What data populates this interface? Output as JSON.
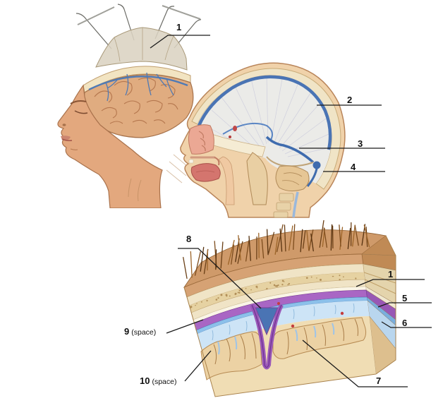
{
  "page": {
    "background": "#ffffff"
  },
  "palette": {
    "skin": "#e3a87e",
    "scalp": "#d6a274",
    "bone": "#f0e4c6",
    "brain": "#e0ac80",
    "brain_cortex": "#ecd2a4",
    "dura": "#a966c4",
    "arachnoid": "#8cc0ea",
    "subarachnoid_space": "#cde4f6",
    "sinus_blue": "#4a74b4",
    "vein_blue": "#4f7ab5",
    "label_line": "#1a1a1a"
  },
  "labels": {
    "fig1": {
      "l1": "1"
    },
    "fig2": {
      "l2": "2",
      "l3": "3",
      "l4": "4"
    },
    "fig3": {
      "l8": "8",
      "l1": "1",
      "l5": "5",
      "l6": "6",
      "l7": "7",
      "l9_num": "9",
      "l9_suffix": "(space)",
      "l10_num": "10",
      "l10_suffix": "(space)"
    }
  }
}
